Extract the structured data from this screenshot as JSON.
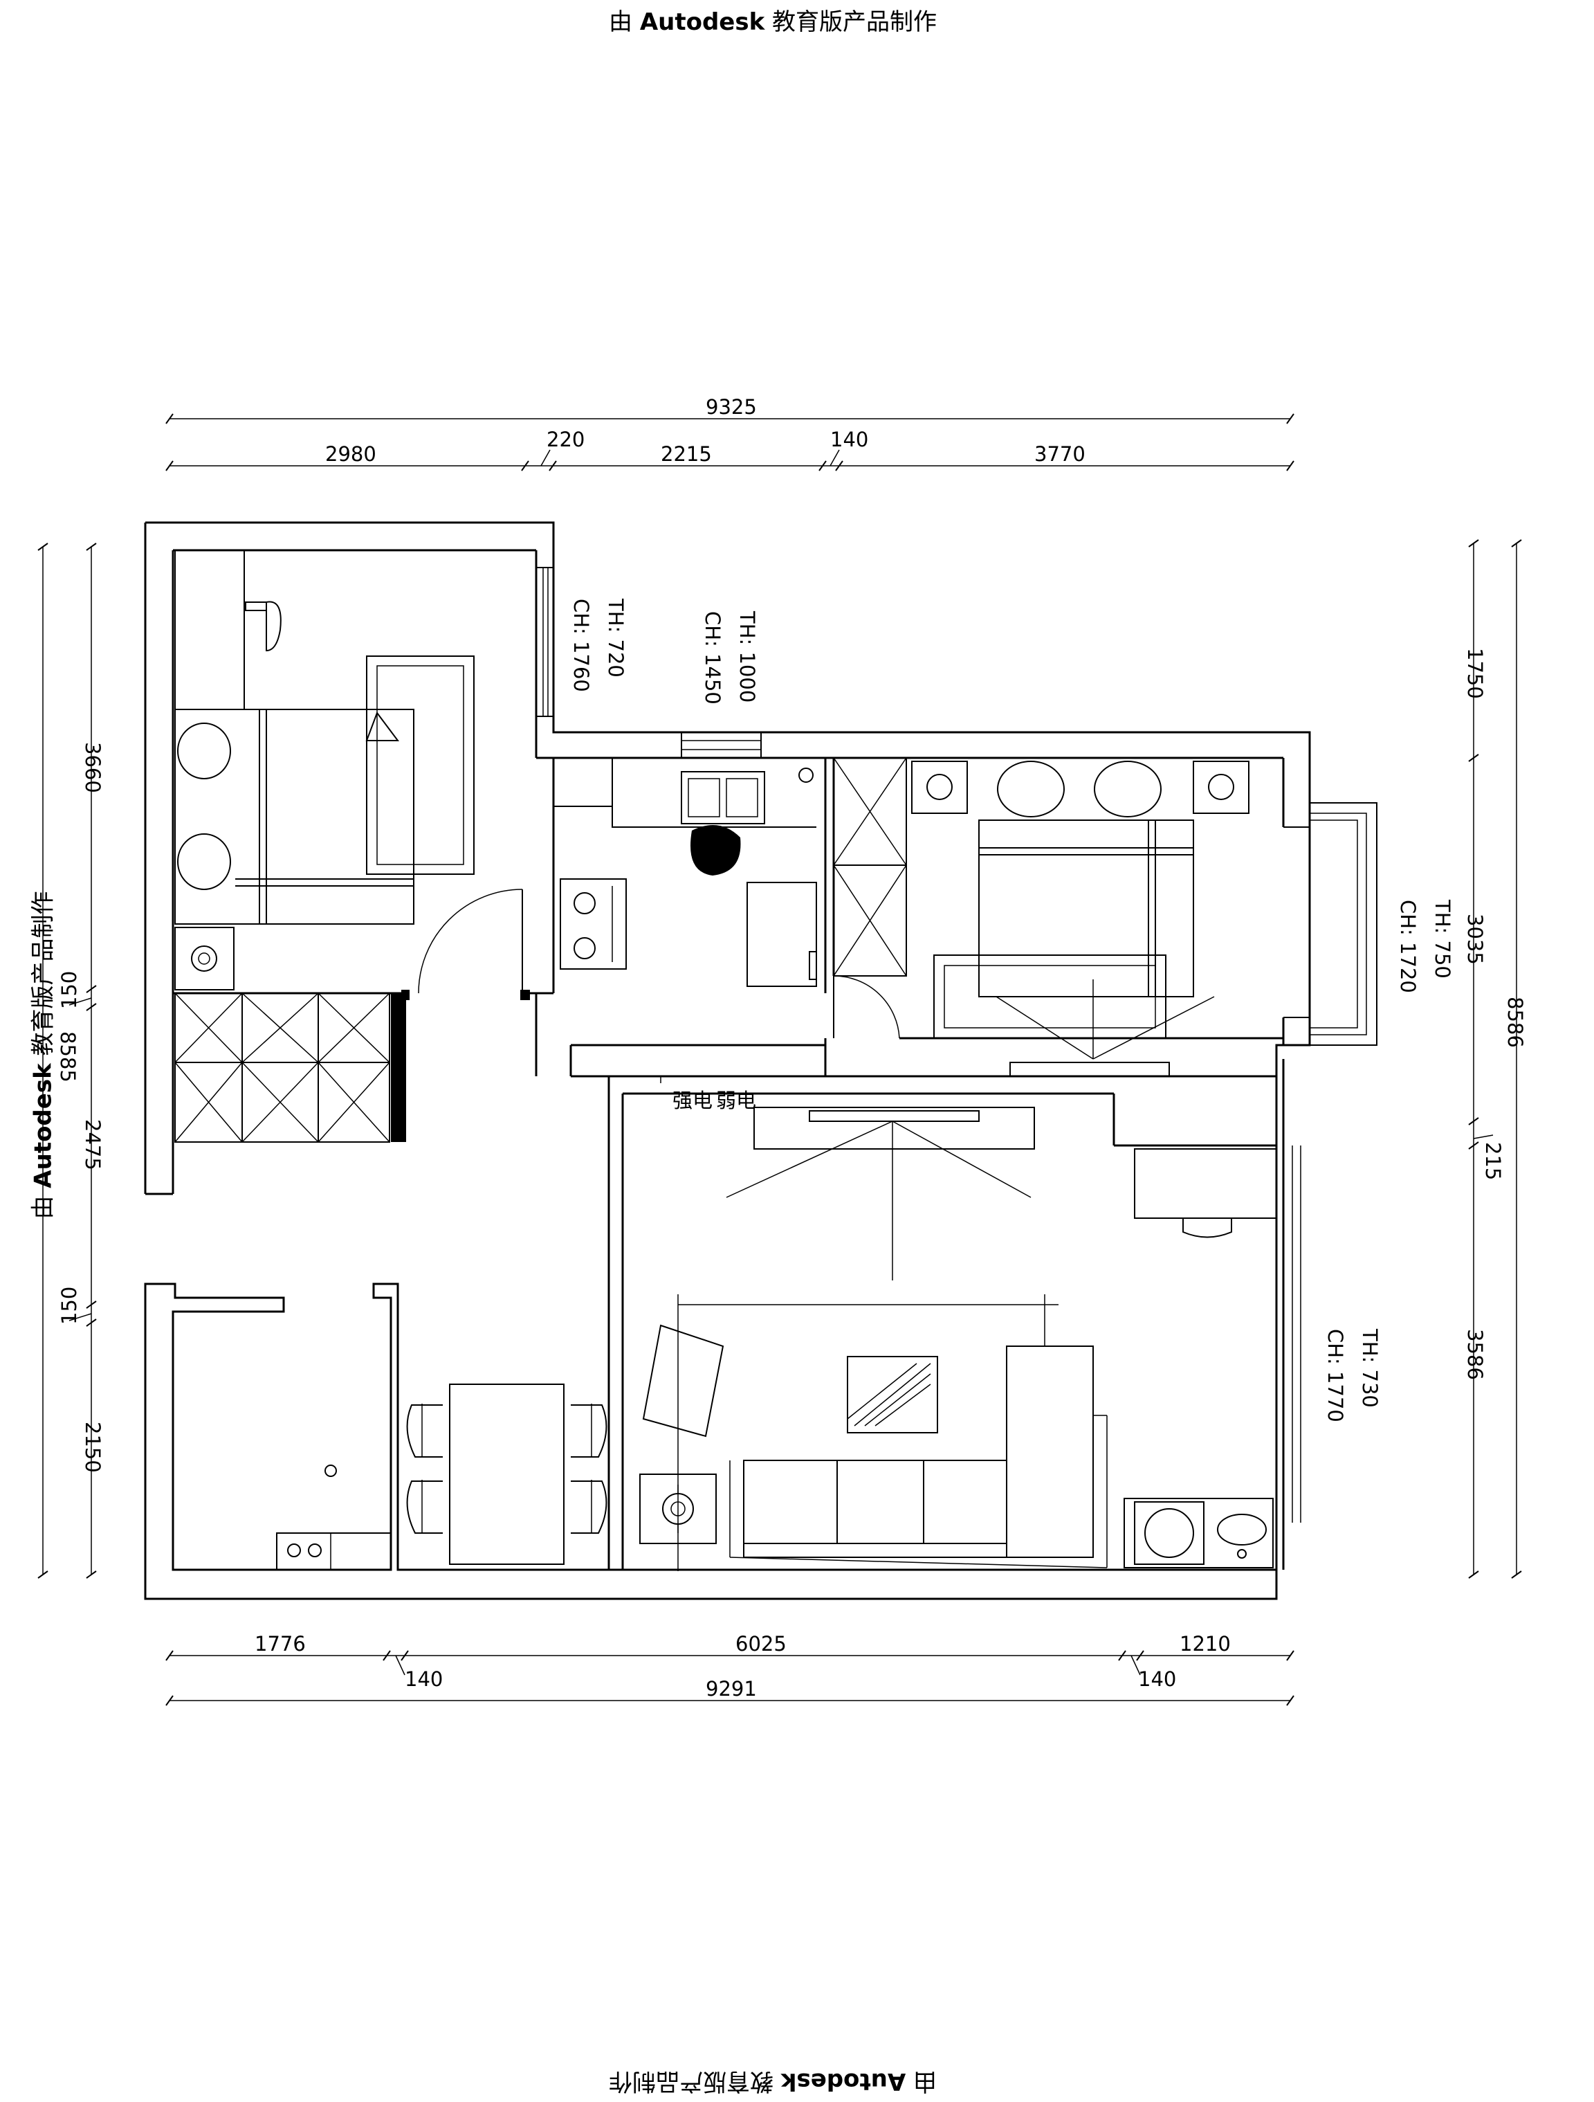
{
  "watermark": {
    "prefix": "由",
    "brand": "Autodesk",
    "suffix": "教育版产品制作"
  },
  "dimensions": {
    "top_overall": "9325",
    "top": [
      "2980",
      "220",
      "2215",
      "140",
      "3770"
    ],
    "bottom": [
      "1776",
      "6025",
      "1210"
    ],
    "bottom_small": [
      "140",
      "140"
    ],
    "bottom_overall": "9291",
    "left_overall": "8585",
    "left": [
      "3660",
      "150",
      "2475",
      "150",
      "2150"
    ],
    "right_overall": "8586",
    "right": [
      "1750",
      "3035",
      "215",
      "3586"
    ]
  },
  "room_labels": {
    "bedroom_left": {
      "th": "TH: 720",
      "ch": "CH: 1760"
    },
    "kitchen": {
      "th": "TH: 1000",
      "ch": "CH: 1450"
    },
    "bedroom_right": {
      "th": "TH: 750",
      "ch": "CH: 1720"
    },
    "living": {
      "th": "TH: 730",
      "ch": "CH: 1770"
    }
  },
  "electrical": {
    "strong": "强电",
    "weak": "弱电"
  }
}
